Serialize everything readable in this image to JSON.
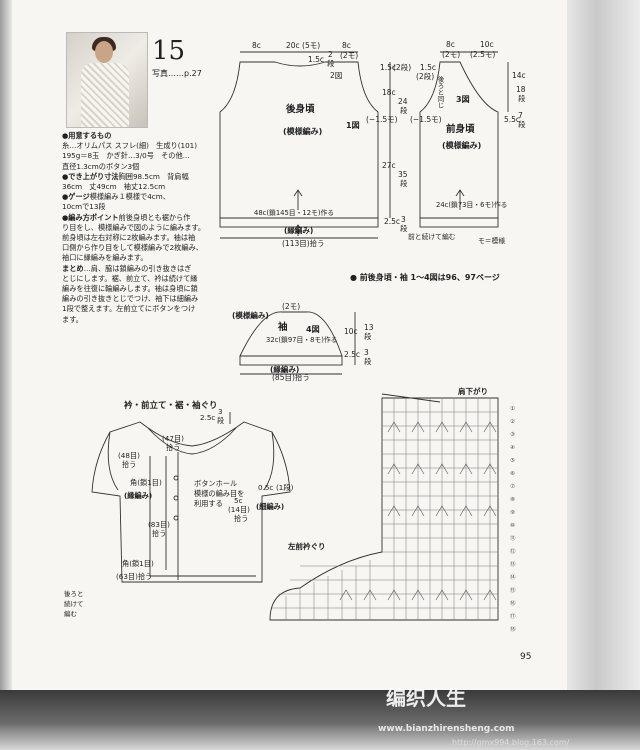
{
  "header": {
    "pattern_number": "15",
    "photo_ref": "写真……p.27"
  },
  "materials": {
    "heading": "●用意するもの",
    "line1": "糸…オリムパス スフレ(細)　生成り(101)",
    "line2": "195g＝8玉　かぎ針…3/0号　その他…",
    "line3": "直径1.3cmのボタン3個"
  },
  "finished_size": {
    "heading": "●でき上がり寸法",
    "line1": "胸囲98.5cm　背肩幅",
    "line2": "36cm　丈49cm　袖丈12.5cm"
  },
  "gauge": {
    "heading": "●ゲージ",
    "line1": "模様編み１模様で4cm、",
    "line2": "10cmで13段"
  },
  "method": {
    "heading": "●編み方ポイント",
    "lines": [
      "前後身頃とも裾から作",
      "り目をし、模様編みで図のように編みます。",
      "前身頃は左右対称に2枚編みます。袖は袖",
      "口側から作り目をして模様編みで2枚編み、",
      "袖口に縁編みを編みます。"
    ]
  },
  "finishing": {
    "heading": "まとめ",
    "lines": [
      "…肩、脇は鎖編みの引き抜きはぎ",
      "とじにします。裾、前立て、衿は続けて縁",
      "編みを往復に輪編みします。袖は身頃に鎖",
      "編みの引き抜きとじでつけ、袖下は細編み",
      "1段で整えます。左前立てにボタンをつけ",
      "ます。"
    ]
  },
  "back_diagram": {
    "top_left_w": "8c",
    "top_center_w": "20c (5モ)",
    "top_right_w": "8c",
    "shoulder_note": "1.5c",
    "fig2": "2図",
    "neck_2": "2",
    "neck_dan": "段",
    "neck_mo": "(2モ)",
    "shoulder_1_5c": "1.5c",
    "shoulder_dan": "(2段)",
    "armhole_18c": "18c",
    "armhole_24": "24",
    "armhole_dan": "段",
    "title": "後身頃",
    "subtitle": "(模様編み)",
    "fig1": "1図",
    "minus_1_5": "(−1.5モ)",
    "side_27c": "27c",
    "side_35": "35",
    "side_dan": "段",
    "cast_on": "48c(鎖145目・12モ)作る",
    "border_2_5c": "2.5c",
    "border_3": "3",
    "border_dan": "段",
    "border_label": "(縁編み)",
    "pickup": "(113目)拾う"
  },
  "front_diagram": {
    "top_left_w": "8c",
    "top_right_w": "10c",
    "top_left_mo": "(2モ)",
    "top_right_mo": "(2.5モ)",
    "shoulder_1_5c": "1.5c",
    "shoulder_dan": "(2段)",
    "side_note": "後ろと同じ",
    "fig3": "3図",
    "neck_14c": "14c",
    "neck_18": "18",
    "neck_dan": "段",
    "neck_5_5c": "5.5c",
    "neck_7": "7",
    "neck_dan2": "段",
    "minus_1_5": "(−1.5モ)",
    "title": "前身頃",
    "subtitle": "(模様編み)",
    "cast_on": "24c(鎖73目・6モ)作る",
    "continue_note": "前と続けて編む",
    "legend": "モ＝模様"
  },
  "reference_line": "● 前後身頃・袖 1～4図は96、97ページ",
  "sleeve_diagram": {
    "top_mo": "(2モ)",
    "pattern_label": "(模様編み)",
    "title": "袖",
    "fig4": "4図",
    "top_10c": "10c",
    "top_13": "13",
    "top_dan": "段",
    "cast_on": "32c(鎖97目・8モ)作る",
    "bottom_2_5c": "2.5c",
    "bottom_3": "3",
    "bottom_dan": "段",
    "border_label": "(縁編み)",
    "pickup": "(85目)拾う"
  },
  "finish_diagram": {
    "title": "衿・前立て・裾・袖ぐり",
    "collar_2_5c": "2.5c",
    "collar_3": "3",
    "collar_dan": "段",
    "pick_47": "(47目)",
    "pick_47_b": "拾う",
    "pick_48": "(48目)",
    "pick_48_b": "拾う",
    "corner_1": "角(鎖1目)",
    "border": "(縁編み)",
    "buttonhole_1": "ボタンホール",
    "buttonhole_2": "模様の編み目を",
    "buttonhole_3": "利用する",
    "arm_0_5c": "0.5c",
    "arm_1dan": "(1段)",
    "arm_5c": "5c",
    "arm_14": "(14目)",
    "arm_pick": "拾う",
    "sc_label": "(細編み)",
    "pick_83": "(83目)",
    "pick_83_b": "拾う",
    "corner_2": "角(鎖1目)",
    "pick_63": "(63目)拾う",
    "continue_1": "後ろと",
    "continue_2": "続けて",
    "continue_3": "編む"
  },
  "chart": {
    "shoulder_dec": "肩下がり",
    "neck_label": "左前衿ぐり",
    "row_marks": [
      "①",
      "②",
      "③",
      "④",
      "⑤",
      "⑥",
      "⑦",
      "⑧",
      "⑨",
      "⑩",
      "⑪",
      "⑫",
      "⑬",
      "⑭",
      "⑮",
      "⑯",
      "⑰",
      "⑱"
    ]
  },
  "page_number": "95",
  "watermark": {
    "text": "编织人生",
    "url1": "www.bianzhirensheng.com",
    "url2": "http://gmx994.blog.163.com/"
  },
  "colors": {
    "line": "#333333",
    "paper": "#f7f6f3"
  }
}
